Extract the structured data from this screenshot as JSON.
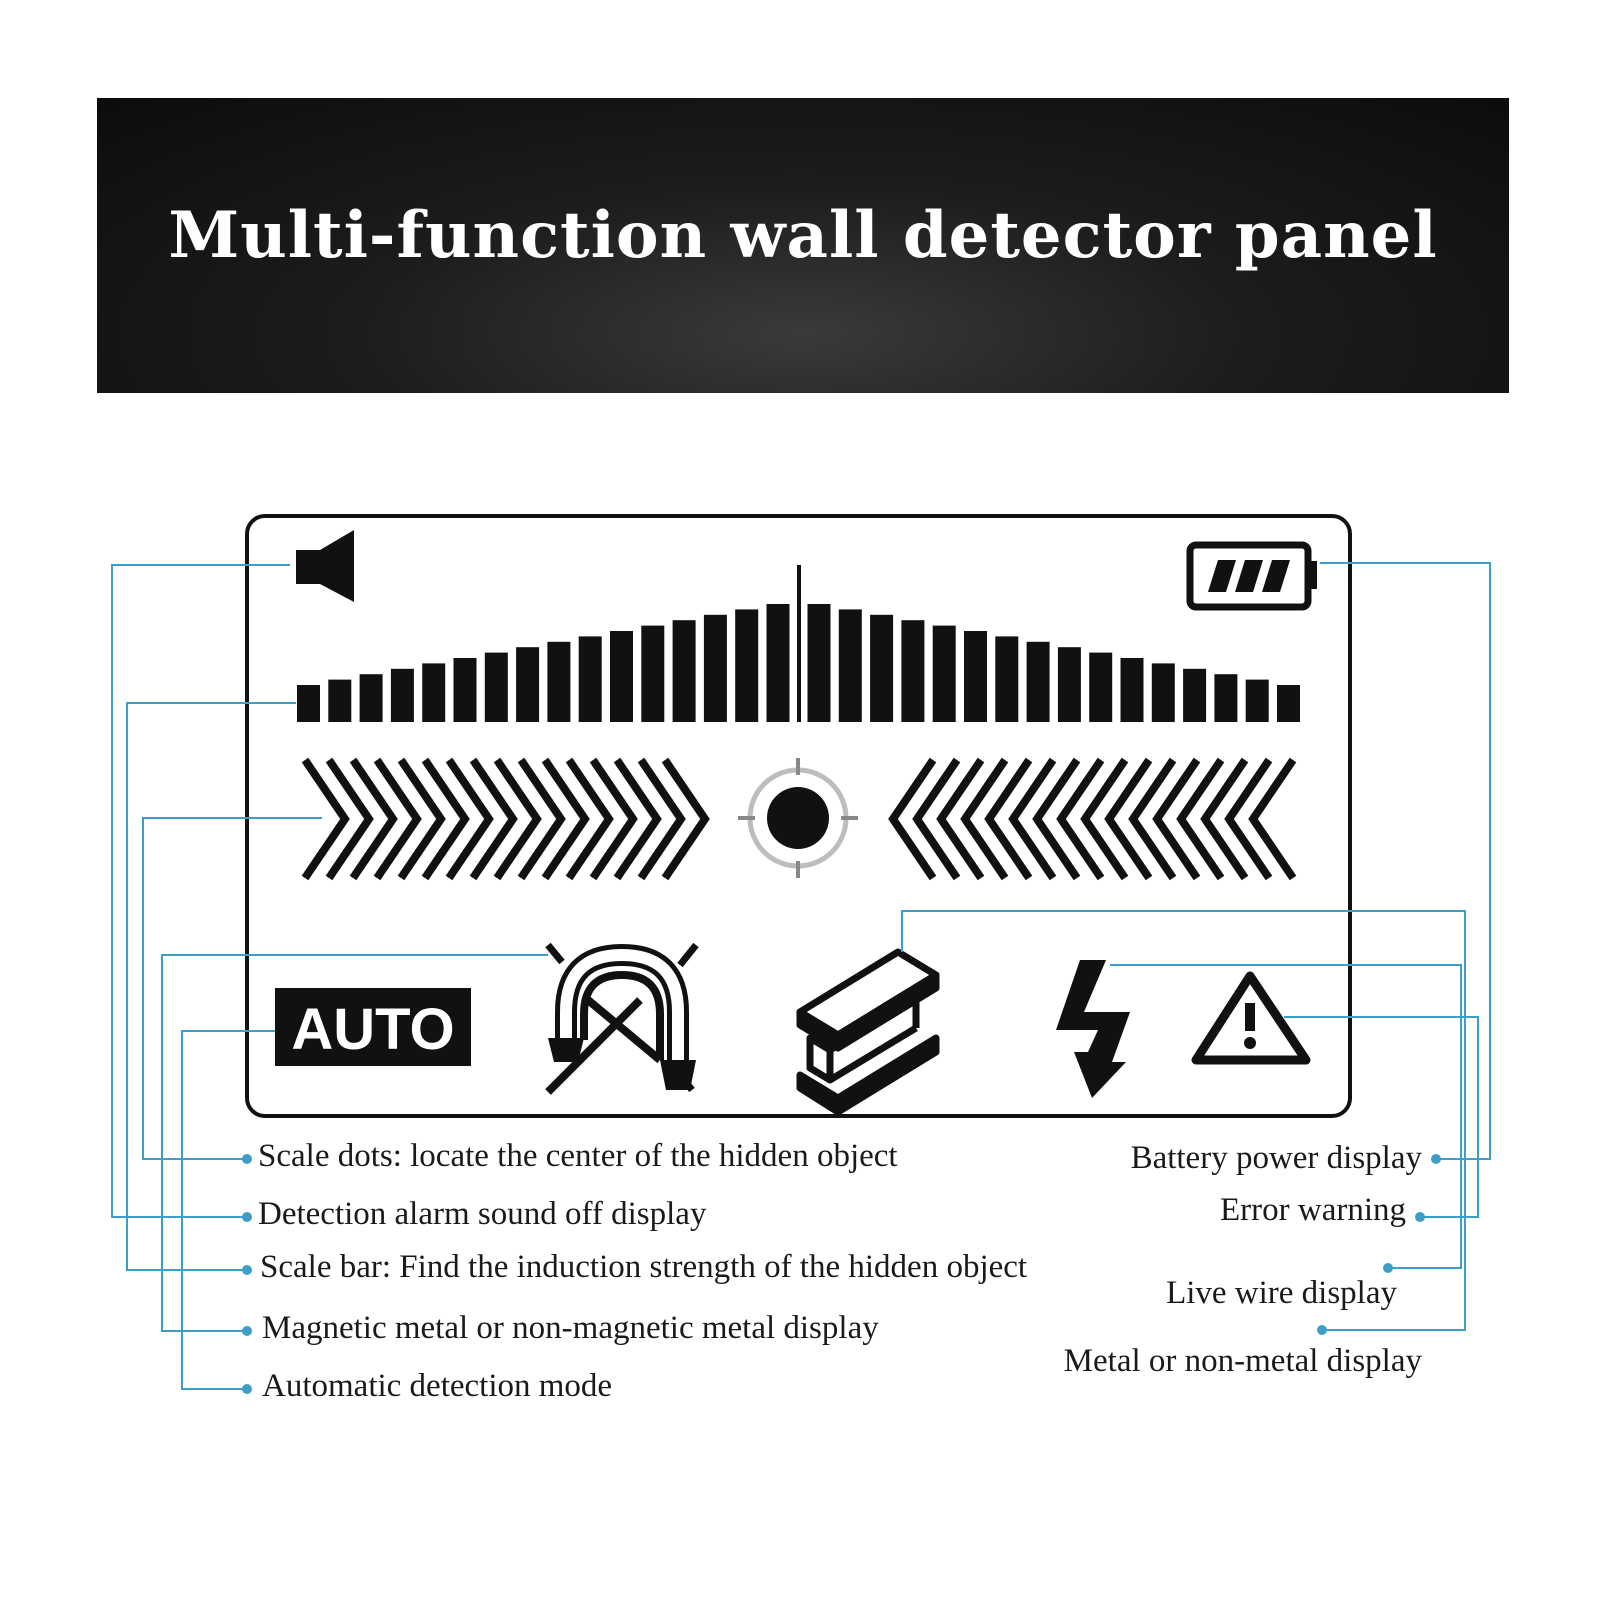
{
  "banner": {
    "title": "Multi-function wall detector panel"
  },
  "panel": {
    "auto_text": "AUTO"
  },
  "labels": {
    "scale_dots": "Scale dots: locate the center of the hidden object",
    "alarm_off": "Detection alarm sound off display",
    "scale_bar": "Scale bar: Find the induction strength of the hidden object",
    "magnetic": "Magnetic metal or non-magnetic metal display",
    "auto_mode": "Automatic detection mode",
    "battery": "Battery power display",
    "error": "Error warning",
    "live_wire": "Live wire display",
    "metal": "Metal or non-metal display"
  },
  "colors": {
    "leader": "#3d9fc7",
    "ink": "#111111"
  },
  "icons": [
    "speaker-icon",
    "battery-icon",
    "target-icon",
    "magnet-icon",
    "metal-beam-icon",
    "lightning-icon",
    "warning-icon"
  ]
}
